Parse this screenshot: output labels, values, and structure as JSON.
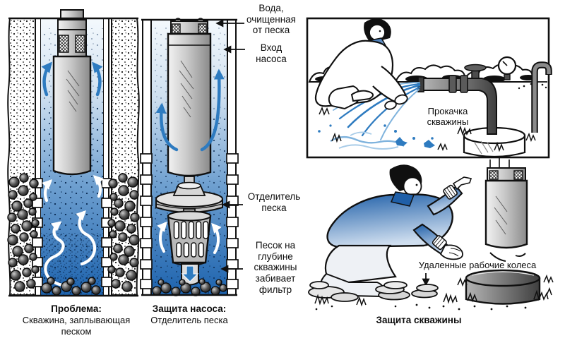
{
  "panels": {
    "left_well": {
      "caption_title": "Проблема:",
      "caption_sub": "Скважина, заплывающая\nпеском"
    },
    "middle_well": {
      "caption_title": "Защита насоса:",
      "caption_sub": "Отделитель песка"
    },
    "right_scene": {
      "caption_title": "Защита скважины"
    }
  },
  "annotations": {
    "water_clean": "Вода,\nочищенная\nот песка",
    "pump_inlet": "Вход\nнасоса",
    "sand_separator": "Отделитель\nпеска",
    "sand_clogs": "Песок на\nглубине\nскважины\nзабивает\nфильтр",
    "well_flushing": "Прокачка\nскважины",
    "removed_impellers": "Удаленные рабочие колеса"
  },
  "colors": {
    "ink": "#101010",
    "water_deep": "#1d63ae",
    "water_light": "#f4f9fd",
    "arrow_blue": "#2e7bc0",
    "splash_blue": "#7fb3dd",
    "jacket_blue": "#1f5fa8"
  }
}
